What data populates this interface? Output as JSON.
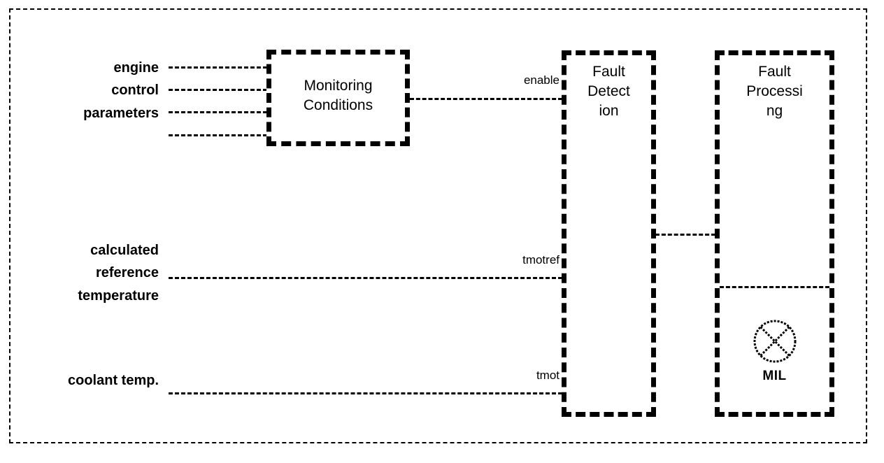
{
  "figure": {
    "type": "block-diagram",
    "domain": "engine-diagnostics",
    "frame": "dashed-outer-border"
  },
  "inputs": [
    {
      "name": "engine-control-parameters",
      "caption": "engine\ncontrol\nparameters",
      "wire_count": 4,
      "target": "Monitoring Conditions"
    },
    {
      "name": "calculated-reference-temperature",
      "caption": "calculated\nreference\ntemperature",
      "wire_count": 1,
      "signal": "tmotref",
      "target": "Fault Detection"
    },
    {
      "name": "coolant-temp",
      "caption": "coolant temp.",
      "wire_count": 1,
      "signal": "tmot",
      "target": "Fault Detection"
    }
  ],
  "blocks": [
    {
      "id": "monitoring-conditions",
      "label": "Monitoring\nConditions",
      "border": "hatched-thick"
    },
    {
      "id": "fault-detection",
      "label": "Fault\nDetect\nion",
      "border": "hatched-thick"
    },
    {
      "id": "fault-processing",
      "label": "Fault\nProcessi\nng",
      "border": "hatched-thick"
    }
  ],
  "signals": [
    {
      "id": "enable",
      "label": "enable",
      "from": "Monitoring Conditions",
      "to": "Fault Detection"
    },
    {
      "id": "tmotref",
      "label": "tmotref",
      "from": "calculated reference temperature",
      "to": "Fault Detection"
    },
    {
      "id": "tmot",
      "label": "tmot",
      "from": "coolant temp.",
      "to": "Fault Detection"
    },
    {
      "id": "fd-to-fp",
      "label": "",
      "from": "Fault Detection",
      "to": "Fault Processing"
    }
  ],
  "indicator": {
    "id": "mil",
    "label": "MIL",
    "symbol": "lamp-circle-cross-icon",
    "container": "fault-processing"
  },
  "colors": {
    "stroke": "#000000",
    "background": "#ffffff"
  }
}
